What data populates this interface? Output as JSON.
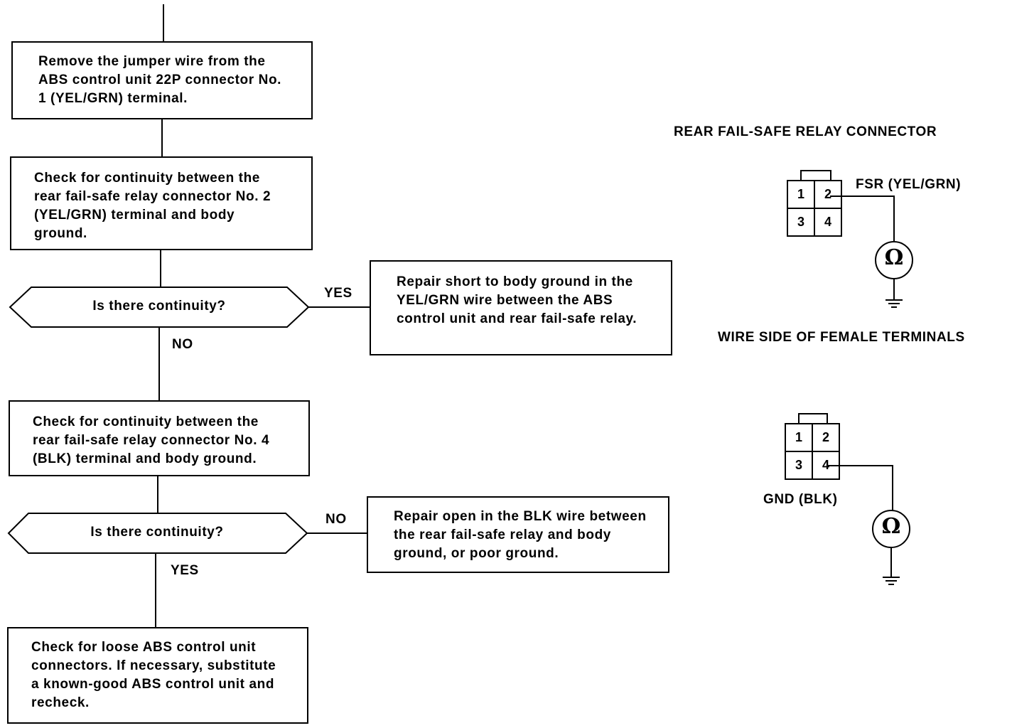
{
  "flowchart": {
    "step1": "Remove the jumper wire from the ABS control unit 22P connector No. 1 (YEL/GRN) terminal.",
    "step2": "Check for continuity between the rear fail-safe relay connector No. 2 (YEL/GRN) terminal and body ground.",
    "decision1": "Is there continuity?",
    "decision1_yes": "YES",
    "decision1_no": "NO",
    "result1": "Repair short to body ground in the YEL/GRN wire between the ABS control unit and rear fail-safe relay.",
    "step3": "Check for continuity between the rear fail-safe relay connector No. 4 (BLK) terminal and body ground.",
    "decision2": "Is there continuity?",
    "decision2_no": "NO",
    "decision2_yes": "YES",
    "result2": "Repair open in the BLK wire between the rear fail-safe relay and body ground, or poor ground.",
    "step4": "Check for loose ABS control unit connectors. If necessary, substitute a known-good ABS control unit and recheck."
  },
  "connector_diagram": {
    "title": "REAR FAIL-SAFE RELAY CONNECTOR",
    "upper_wire_label": "FSR (YEL/GRN)",
    "caption": "WIRE SIDE OF FEMALE TERMINALS",
    "lower_wire_label": "GND (BLK)",
    "pins": [
      "1",
      "2",
      "3",
      "4"
    ],
    "meter_symbol": "Ω"
  }
}
